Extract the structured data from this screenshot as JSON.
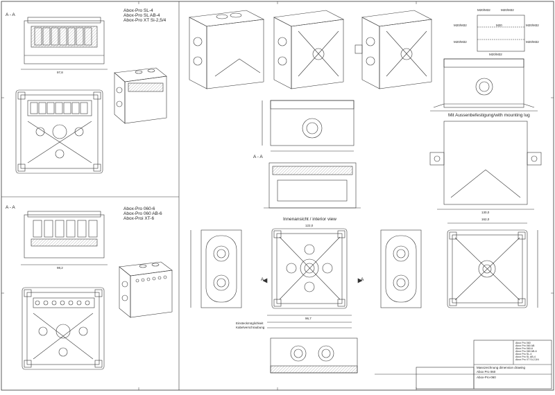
{
  "labels": {
    "section_top": "A - A",
    "section_bottom": "A - A",
    "section_mid": "A - A",
    "view_top1": "A",
    "view_top2": "A",
    "sl_titles": [
      "Abox-Pro SL-4",
      "Abox-Pro SL AB-4",
      "Abox-Pro XT Si-2,5/4"
    ],
    "o60_titles": [
      "Abox-Pro 060-6",
      "Abox-Pro 060 AB-6",
      "Abox-Proi XT-6"
    ],
    "inner_view": "Innenansicht / interior view",
    "mounting_lug": "Mit Aussenbefestigung/with mounting lug",
    "grid": {
      "tl": "M20/M32",
      "tr": "M20/M32",
      "ml": "M20/M32",
      "mc": "M20",
      "mr": "M20/M32",
      "bl": "M20/M32",
      "br": "M20/M32",
      "bc": "M20/M32"
    },
    "dims": {
      "d1": "97,8",
      "d2": "98,2",
      "d3": "122,0",
      "d4": "96,7",
      "d5": "162,0",
      "d6": "130,0"
    },
    "note": "Einsteckmöglichkeit",
    "knock": "Kabelverschraubung"
  },
  "title_block": {
    "rows": [
      "Abox Pro 060",
      "Abox Pro 060 AB",
      "Abox Pro 060-6",
      "Abox Pro 060 AB-6",
      "Abox Pro SL-4",
      "Abox Pro SL AB-4",
      "Abox Pro XT Si-2,5/4"
    ],
    "name": "Masszeichnung dimension drawing",
    "part": "Abox Pro 060",
    "number": "Abox-Pro-060"
  }
}
